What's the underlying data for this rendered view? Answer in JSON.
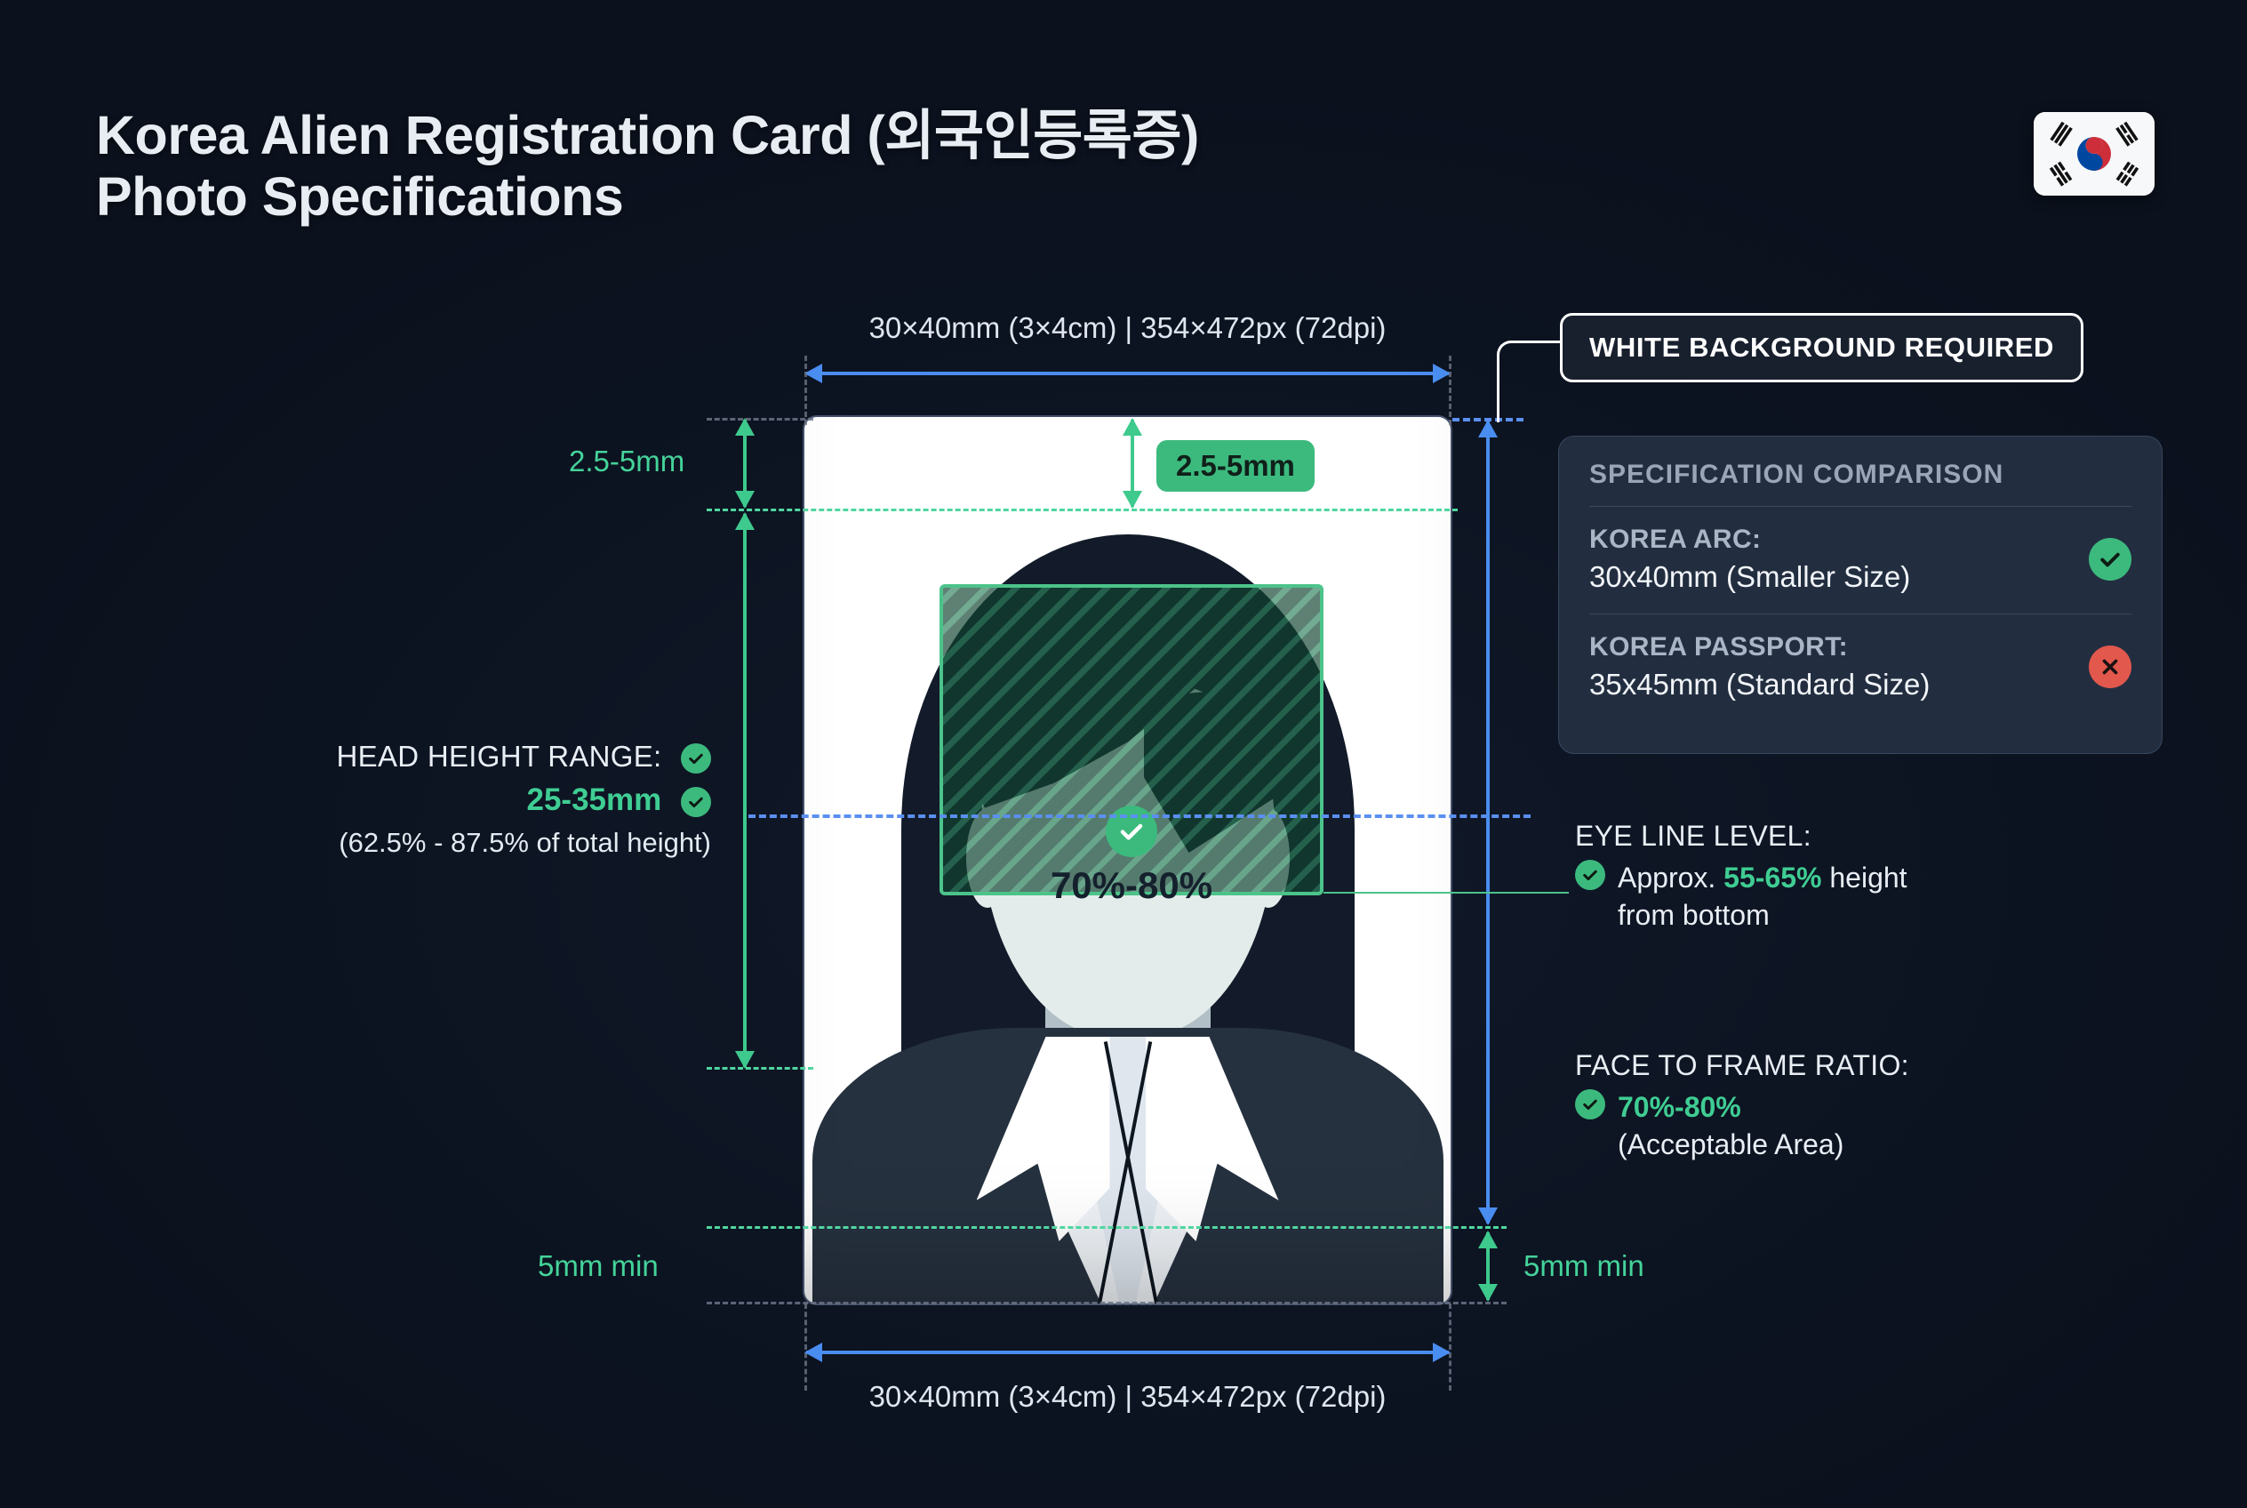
{
  "header": {
    "title_line1": "Korea Alien Registration Card (외국인등록증)",
    "title_line2": "Photo Specifications",
    "flag_icon": "south-korea-flag-icon"
  },
  "dimensions": {
    "top_label": "30×40mm (3×4cm)  |  354×472px (72dpi)",
    "bottom_label": "30×40mm (3×4cm)  |  354×472px (72dpi)",
    "top_margin_left": "2.5-5mm",
    "top_margin_badge": "2.5-5mm",
    "bottom_margin_left": "5mm min",
    "bottom_margin_right": "5mm min"
  },
  "callout": {
    "white_background": "WHITE BACKGROUND REQUIRED"
  },
  "spec_panel": {
    "heading": "SPECIFICATION COMPARISON",
    "rows": [
      {
        "label": "KOREA ARC:",
        "value": "30x40mm (Smaller Size)",
        "status": "check"
      },
      {
        "label": "KOREA PASSPORT:",
        "value": "35x45mm (Standard Size)",
        "status": "cross"
      }
    ]
  },
  "head_height": {
    "label": "HEAD HEIGHT RANGE:",
    "value": "25-35mm",
    "note": "(62.5% - 87.5% of total height)"
  },
  "face_box": {
    "ratio": "70%-80%",
    "check_icon": "check-circle-icon"
  },
  "annotations": {
    "eye_line": {
      "heading": "EYE LINE LEVEL:",
      "body_prefix": "Approx. ",
      "body_value": "55-65%",
      "body_suffix": " height",
      "body_line2": "from bottom"
    },
    "face_frame": {
      "heading": "FACE TO FRAME RATIO:",
      "value": "70%-80%",
      "note": "(Acceptable Area)"
    }
  },
  "colors": {
    "background": "#0d1422",
    "accent_green": "#3cba7e",
    "accent_blue": "#4a8df0",
    "danger_red": "#e2584d",
    "panel": "#222e40",
    "text": "#e9eef5"
  }
}
